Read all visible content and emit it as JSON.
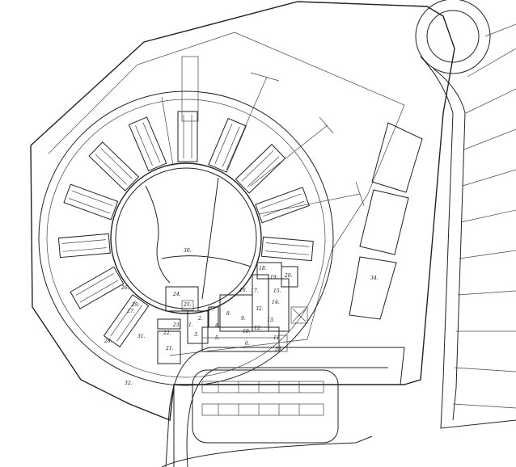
{
  "labels": {
    "l1": "1.",
    "l2": "2.",
    "l3": "3.",
    "l4": "4.",
    "l5": "5.",
    "l6": "6.",
    "l7": "7.",
    "l8": "8.",
    "l9": "9.",
    "l10": "10.",
    "l11": "11.",
    "l12": "12.",
    "l13": "13.",
    "l14": "14.",
    "l15": "15.",
    "l16": "16.",
    "l17": "17.",
    "l18": "18.",
    "l19": "19.",
    "l20": "20.",
    "l21": "21.",
    "l22": "22.",
    "l23": "23.",
    "l24": "24.",
    "l25": "25.",
    "l26": "26.",
    "l27": "27.",
    "l28": "28.",
    "l29": "29.",
    "l30": "30.",
    "l31": "31.",
    "l32a": "32.",
    "l32b": "32.",
    "l33": "33.",
    "l34": "34."
  },
  "colors": {
    "line": "#222222",
    "background": "#ffffff",
    "stipple": "#555555"
  }
}
